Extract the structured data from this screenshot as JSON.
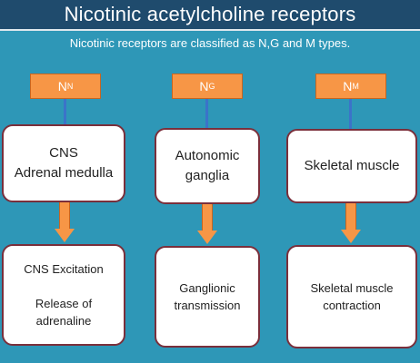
{
  "title": "Nicotinic acetylcholine receptors",
  "subtitle": "Nicotinic receptors are classified as N,G and M types.",
  "colors": {
    "title_bar": "#1f4b6d",
    "background": "#2e97b7",
    "label_fill": "#f79646",
    "connector": "#3b73c9",
    "card_border": "#7a2f3b"
  },
  "columns": [
    {
      "label_main": "N",
      "label_sub": "N",
      "site_lines": [
        "CNS",
        "Adrenal medulla"
      ],
      "effect_lines": [
        "CNS Excitation",
        "",
        "Release of",
        "adrenaline"
      ]
    },
    {
      "label_main": "N",
      "label_sub": "G",
      "site_lines": [
        "Autonomic",
        "ganglia"
      ],
      "effect_lines": [
        "Ganglionic",
        "transmission"
      ]
    },
    {
      "label_main": "N",
      "label_sub": "M",
      "site_lines": [
        "Skeletal muscle"
      ],
      "effect_lines": [
        "Skeletal muscle",
        "contraction"
      ]
    }
  ]
}
